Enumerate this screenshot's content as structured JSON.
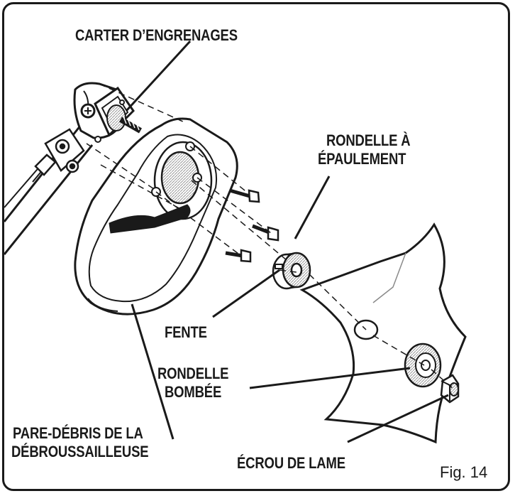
{
  "labels": {
    "gear_housing": "CARTER D’ENGRENAGES",
    "shoulder_washer_line1": "RONDELLE À",
    "shoulder_washer_line2": "ÉPAULEMENT",
    "slot": "FENTE",
    "cupped_washer_line1": "RONDELLE",
    "cupped_washer_line2": "BOMBÉE",
    "shield_line1": "PARE-DÉBRIS DE LA",
    "shield_line2": "DÉBROUSSAILLEUSE",
    "blade_nut": "ÉCROU DE LAME"
  },
  "figure_label": "Fig. 14",
  "colors": {
    "ink": "#1a1a1a",
    "shade": "#8a8a8a",
    "paper": "#ffffff"
  }
}
